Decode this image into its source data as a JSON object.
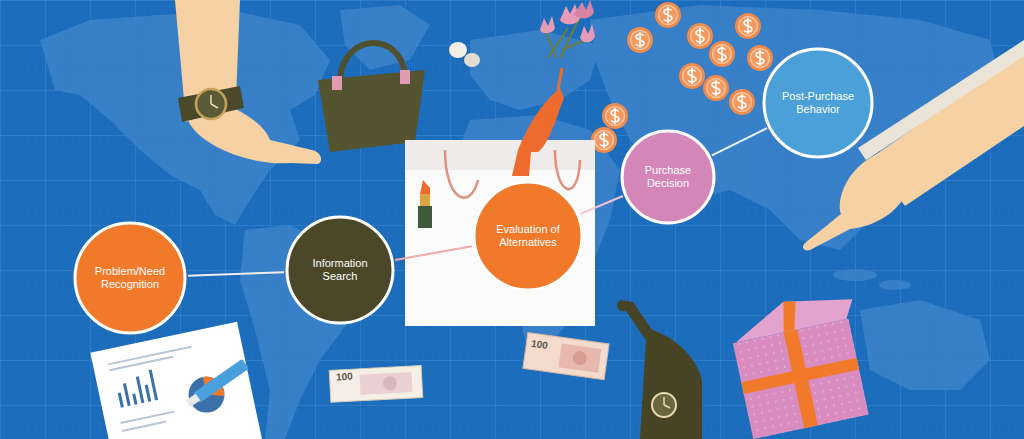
{
  "diagram": {
    "nodes": [
      {
        "text": [
          "Problem/Need Recognition"
        ]
      },
      {
        "text": [
          "Information Search"
        ]
      },
      {
        "text": [
          "Evaluation of Alternatives"
        ]
      },
      {
        "text": [
          "Purchase Decision"
        ]
      },
      {
        "text": [
          "Post-Purchase Behavior"
        ]
      }
    ],
    "edges": [
      {
        "from": 0,
        "to": 1,
        "arrow": "none"
      },
      {
        "from": 1,
        "to": 2,
        "arrow": "none"
      },
      {
        "from": 2,
        "to": 3,
        "arrow": "none"
      },
      {
        "from": 3,
        "to": 4,
        "arrow": "none"
      }
    ],
    "labels": [
      "100",
      "100"
    ]
  }
}
